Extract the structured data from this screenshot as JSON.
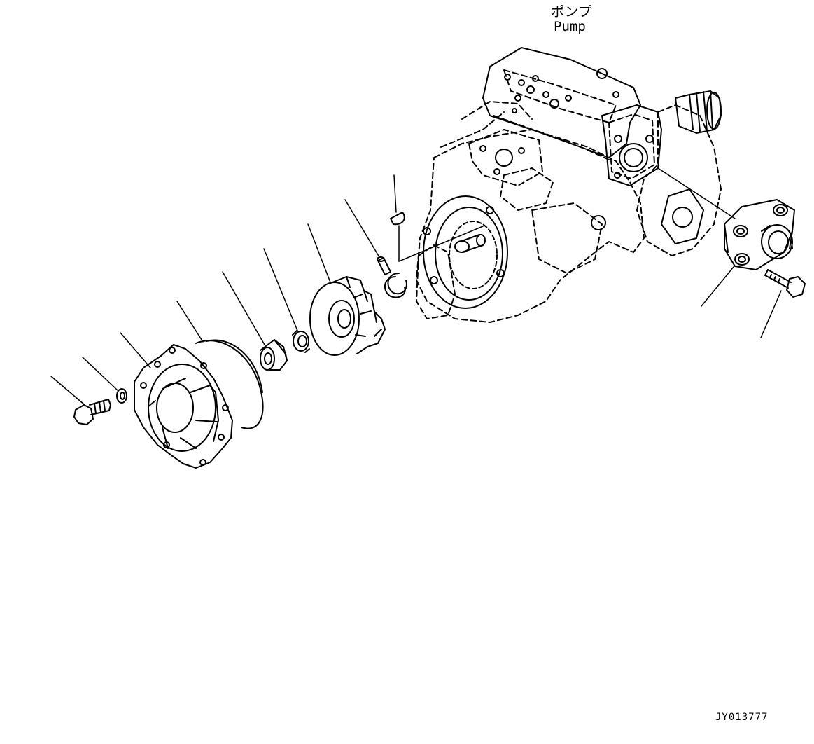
{
  "labels": {
    "pump_jp": "ポンプ",
    "pump_en": "Pump",
    "figure_id": "JY013777"
  },
  "colors": {
    "line": "#000000",
    "background": "#ffffff"
  }
}
